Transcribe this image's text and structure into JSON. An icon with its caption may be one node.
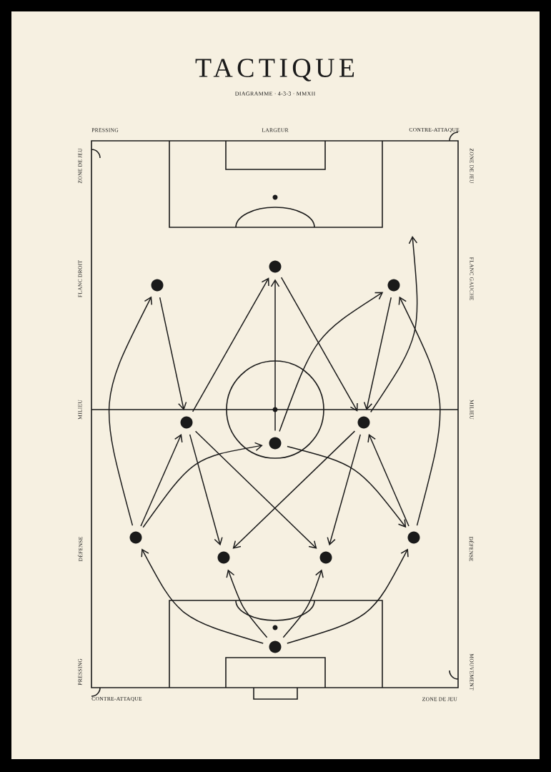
{
  "diagram": {
    "title": "TACTIQUE",
    "nodes": [
      {
        "text": [],
        "shape": "circle"
      },
      {
        "text": [],
        "shape": "circle"
      },
      {
        "text": [],
        "shape": "circle"
      },
      {
        "text": [],
        "shape": "circle"
      },
      {
        "text": [],
        "shape": "circle"
      },
      {
        "text": [],
        "shape": "circle"
      },
      {
        "text": [],
        "shape": "circle"
      },
      {
        "text": [],
        "shape": "circle"
      },
      {
        "text": [],
        "shape": "circle"
      },
      {
        "text": [],
        "shape": "circle"
      },
      {
        "text": [],
        "shape": "circle"
      }
    ],
    "edges": [
      {
        "from": 1,
        "to": 3,
        "arrow": "to"
      },
      {
        "from": 3,
        "to": 0,
        "arrow": "to"
      },
      {
        "from": 5,
        "to": 0,
        "arrow": "to"
      },
      {
        "from": 0,
        "to": 4,
        "arrow": "to"
      },
      {
        "from": 5,
        "to": 2,
        "arrow": "to"
      },
      {
        "from": 2,
        "to": 4,
        "arrow": "to"
      },
      {
        "from": 4,
        "to": null,
        "arrow": "to"
      },
      {
        "from": 6,
        "to": 1,
        "arrow": "to"
      },
      {
        "from": 7,
        "to": 2,
        "arrow": "to"
      },
      {
        "from": 6,
        "to": 3,
        "arrow": "to"
      },
      {
        "from": 6,
        "to": 5,
        "arrow": "to"
      },
      {
        "from": 3,
        "to": 8,
        "arrow": "to"
      },
      {
        "from": 3,
        "to": 9,
        "arrow": "to"
      },
      {
        "from": 4,
        "to": 8,
        "arrow": "to"
      },
      {
        "from": 4,
        "to": 9,
        "arrow": "to"
      },
      {
        "from": 5,
        "to": 7,
        "arrow": "to"
      },
      {
        "from": 7,
        "to": 4,
        "arrow": "to"
      },
      {
        "from": 10,
        "to": 6,
        "arrow": "to"
      },
      {
        "from": 10,
        "to": 8,
        "arrow": "to"
      },
      {
        "from": 10,
        "to": 9,
        "arrow": "to"
      },
      {
        "from": 10,
        "to": 7,
        "arrow": "to"
      }
    ],
    "labels": [
      "DIAGRAMME · 4-3-3 · MMXII",
      "PRESSING",
      "LARGEUR",
      "CONTRE-ATTAQUE",
      "ZONE DE JEU",
      "ZONE DE JEU",
      "FLANC DROIT",
      "FLANC GAUCHE",
      "MILIEU",
      "MILIEU",
      "DÉFENSE",
      "DÉFENSE",
      "PRESSING",
      "MOUVEMENT",
      "CONTRE-ATTAQUE",
      "ZONE DE JEU"
    ]
  }
}
